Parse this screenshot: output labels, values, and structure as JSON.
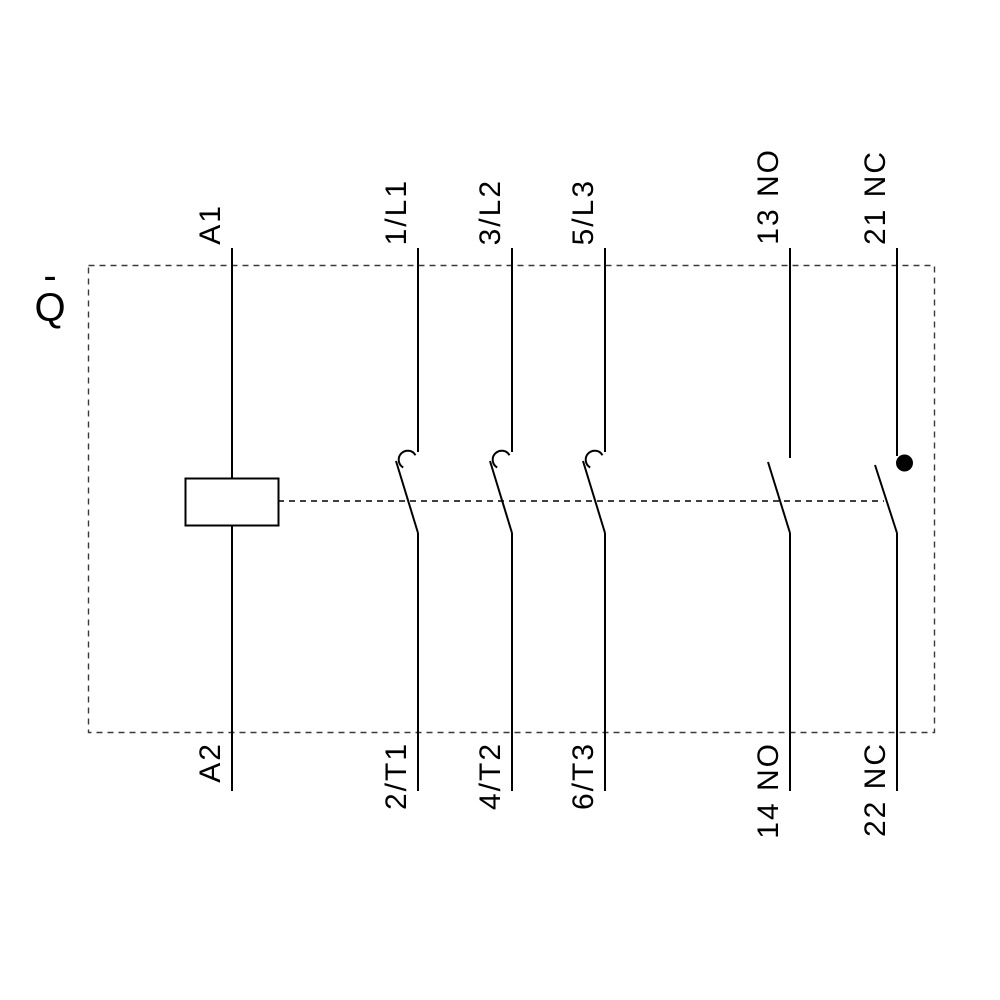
{
  "labels": {
    "device_tag": "-Q",
    "coil_top": "A1",
    "coil_bottom": "A2",
    "pole1_top": "1/L1",
    "pole1_bottom": "2/T1",
    "pole2_top": "3/L2",
    "pole2_bottom": "4/T2",
    "pole3_top": "5/L3",
    "pole3_bottom": "6/T3",
    "aux_no_top": "13 NO",
    "aux_no_bottom": "14 NO",
    "aux_nc_top": "21 NC",
    "aux_nc_bottom": "22 NC"
  },
  "symbols": {
    "coil": "operating-coil-box",
    "main_contacts": "main-power-no-contacts-with-hook",
    "aux_no": "auxiliary-no-contact",
    "aux_nc": "auxiliary-nc-contact-with-dot",
    "linkage": "mechanical-linkage-dashed-line",
    "enclosure": "device-dashed-border"
  },
  "colors": {
    "line": "#000000",
    "border": "#3a3a3a",
    "background": "#ffffff"
  }
}
